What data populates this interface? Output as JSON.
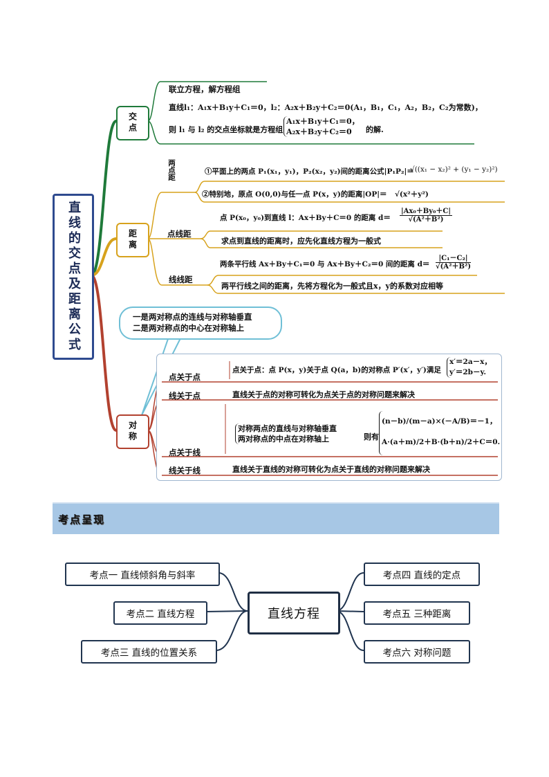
{
  "mindmap": {
    "root": "直线的交点及距离公式",
    "intersection": {
      "label": "交点",
      "line1": "联立方程，解方程组",
      "line2": "直线l₁：A₁x＋B₁y＋C₁＝0，l₂：A₂x＋B₂y＋C₂＝0(A₁，B₁，C₁，A₂，B₂，C₂为常数)，",
      "line3_prefix": "则 l₁ 与 l₂ 的交点坐标就是方程组",
      "sys1": "A₁x＋B₁y＋C₁＝0，",
      "sys2": "A₂x＋B₂y＋C₂＝0",
      "line3_suffix": "的解."
    },
    "distance": {
      "label": "距离",
      "two_point_label": "两点距",
      "two_point_1": "①平面上的两点 P₁(x₁，y₁)，P₂(x₂，y₂)间的距离公式|P₁P₂|＝",
      "two_point_1_formula": "√((x₁ − x₂)² + (y₁ − y₂)²)",
      "two_point_2": "②特别地，原点 O(0,0)与任一点 P(x，y)的距离|OP|＝",
      "two_point_2_formula": "√(x²＋y²)",
      "point_line_label": "点线距",
      "point_line_1": "点 P(x₀，y₀)到直线 l：Ax＋By＋C＝0 的距离 d＝",
      "point_line_num": "|Ax₀＋By₀＋C|",
      "point_line_den": "√(A²＋B²)",
      "point_line_2": "求点到直线的距离时，应先化直线方程为一般式",
      "line_line_label": "线线距",
      "line_line_1": "两条平行线 Ax＋By＋C₁＝0 与 Ax＋By＋C₂＝0 间的距离 d＝",
      "line_line_num": "|C₁－C₂|",
      "line_line_den": "√(A²＋B²)",
      "line_line_2": "两平行线之间的距离，先将方程化为一般式且x，y的系数对应相等"
    },
    "symmetry": {
      "label": "对称",
      "bubble_1": "一是两对称点的连线与对称轴垂直",
      "bubble_2": "二是两对称点的中心在对称轴上",
      "pp_label": "点关于点",
      "pp_text": "点关于点：点 P(x，y)关于点 Q(a，b)的对称点 P′(x′，y′)满足",
      "pp_sys1": "x′＝2a－x，",
      "pp_sys2": "y′＝2b－y.",
      "lp_label": "线关于点",
      "lp_text": "直线关于点的对称可转化为点关于点的对称问题来解决",
      "pl_label": "点关于线",
      "pl_cond1": "对称两点的直线与对称轴垂直",
      "pl_cond2": "两对称点的中点在对称轴上",
      "pl_then": "则有",
      "pl_eq1": "(n－b)/(m－a)×(－A/B)＝－1，",
      "pl_eq2": "A·(a＋m)/2＋B·(b＋n)/2＋C＝0.",
      "ll_label": "线关于线",
      "ll_text": "直线关于直线的对称可转化为点关于直线的对称问题来解决"
    }
  },
  "section": {
    "title": "考点呈现"
  },
  "outline": {
    "center": "直线方程",
    "left": [
      "考点一  直线倾斜角与斜率",
      "考点二  直线方程",
      "考点三  直线的位置关系"
    ],
    "right": [
      "考点四  直线的定点",
      "考点五  三种距离",
      "考点六  对称问题"
    ]
  },
  "colors": {
    "green": "#1f7a3a",
    "gold": "#d7a21c",
    "red": "#b2412f",
    "navy": "#2e4a8f",
    "banner": "#a7c7e5"
  }
}
